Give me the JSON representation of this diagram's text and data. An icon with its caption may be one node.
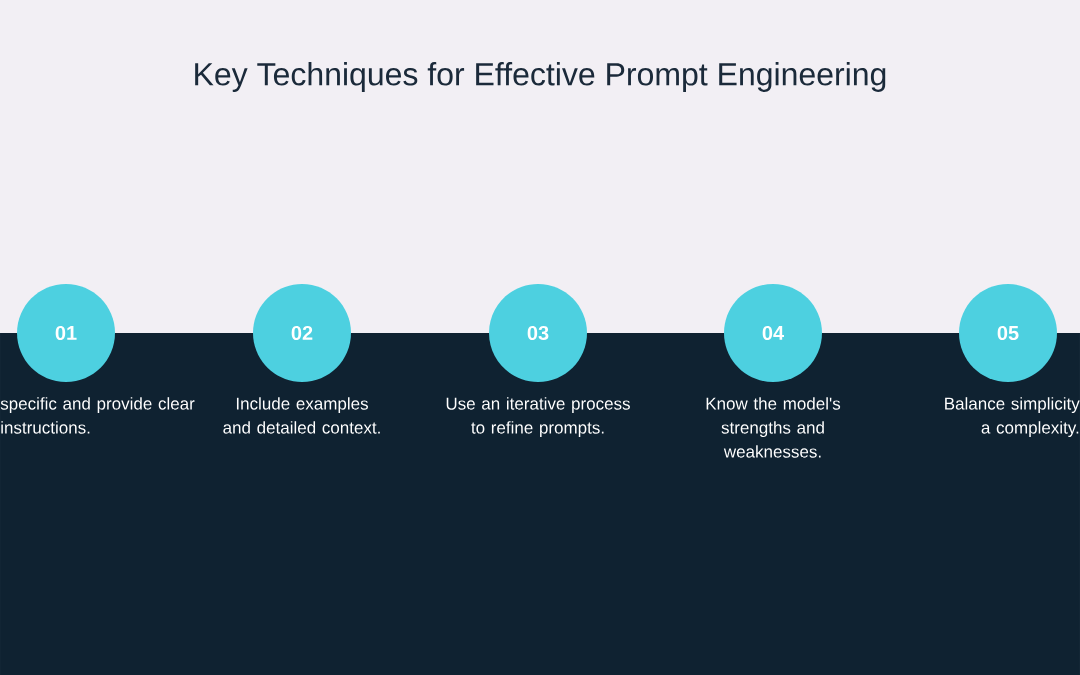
{
  "diagram": {
    "title": "Key Techniques for Effective Prompt Engineering",
    "nodes": [
      {
        "text": [
          "01"
        ],
        "beside": [
          "specific and provide clear instructions."
        ]
      },
      {
        "text": [
          "02"
        ],
        "beside": [
          "Include examples and detailed context."
        ]
      },
      {
        "text": [
          "03"
        ],
        "beside": [
          "Use an iterative process to refine prompts."
        ]
      },
      {
        "text": [
          "04"
        ],
        "beside": [
          "Know the model's strengths and weaknesses."
        ]
      },
      {
        "text": [
          "05"
        ],
        "beside": [
          "Balance simplicity a complexity."
        ]
      }
    ]
  }
}
